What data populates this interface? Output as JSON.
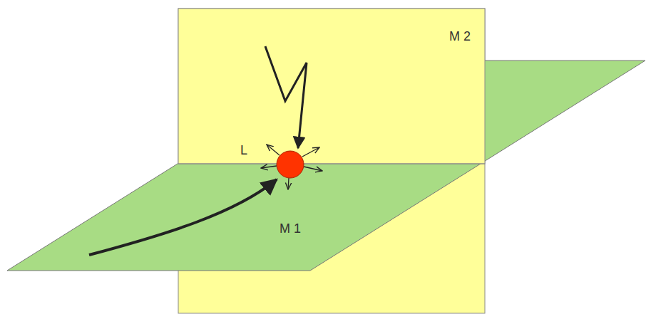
{
  "diagram": {
    "labels": [
      "M 2",
      "L",
      "M 1"
    ]
  }
}
